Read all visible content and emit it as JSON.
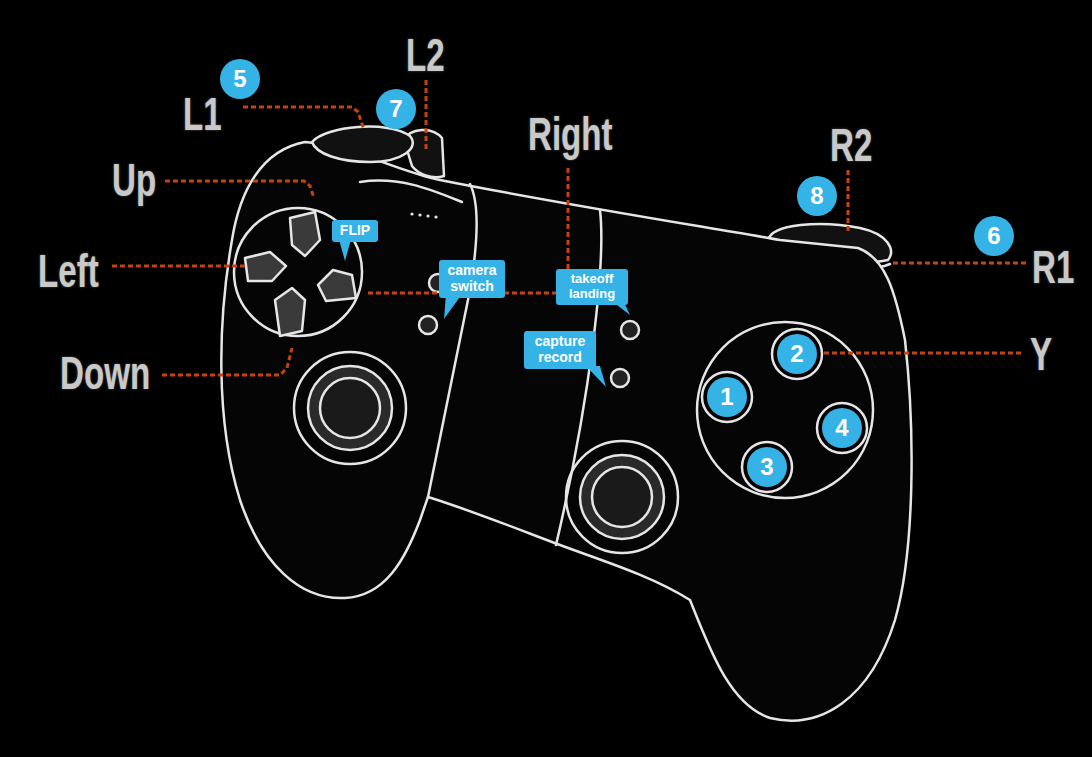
{
  "diagram": {
    "nodes": [
      {
        "text": [
          "5"
        ]
      },
      {
        "text": [
          "7"
        ]
      },
      {
        "text": [
          "8"
        ]
      },
      {
        "text": [
          "6"
        ]
      },
      {
        "text": [
          "FLIP"
        ]
      },
      {
        "text": [
          "camera switch"
        ]
      },
      {
        "text": [
          "takeoff landing"
        ]
      },
      {
        "text": [
          "capture record"
        ]
      },
      {
        "text": [
          "2"
        ]
      },
      {
        "text": [
          "1"
        ]
      },
      {
        "text": [
          "4"
        ]
      },
      {
        "text": [
          "3"
        ]
      }
    ],
    "labels": [
      "L1",
      "L2",
      "Up",
      "Left",
      "Down",
      "Right",
      "R2",
      "R1",
      "Y"
    ]
  }
}
